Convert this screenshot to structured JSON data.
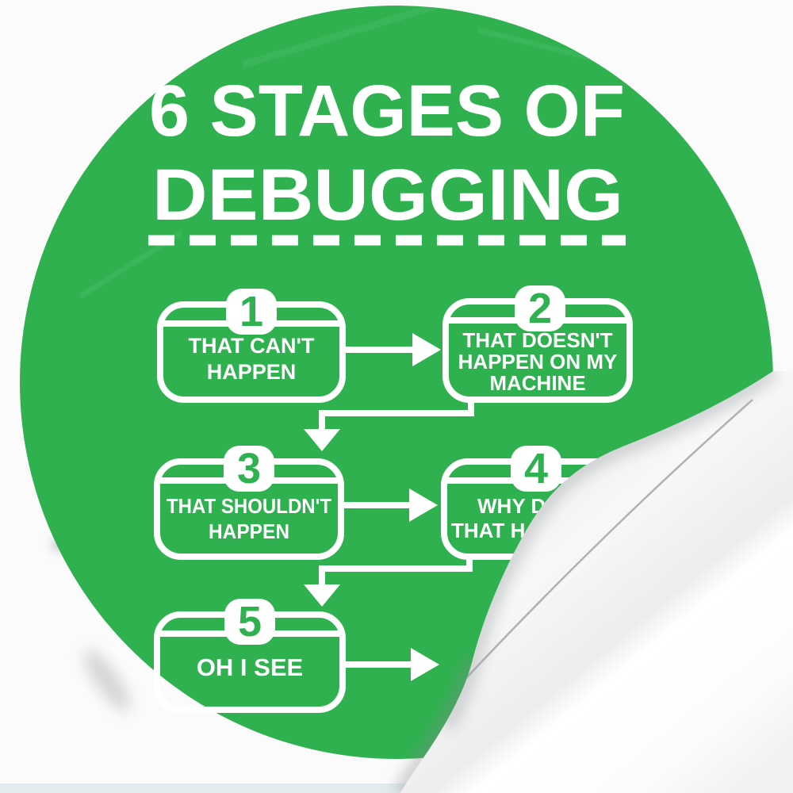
{
  "colors": {
    "sticker_green": "#2fb14f",
    "text_white": "#ffffff",
    "background": "#fbfbfc",
    "bottom_strip": "#e3ebef",
    "peel_underside": "#ffffff",
    "crease_line": "#a2a6a9"
  },
  "sticker": {
    "title": {
      "line1": "6 STAGES OF",
      "line2": "DEBUGGING"
    },
    "flowchart": {
      "boxes": [
        {
          "number": "1",
          "lines": [
            "THAT CAN'T",
            "HAPPEN"
          ]
        },
        {
          "number": "2",
          "lines": [
            "THAT DOESN'T",
            "HAPPEN ON MY",
            "MACHINE"
          ]
        },
        {
          "number": "3",
          "lines": [
            "THAT SHOULDN'T",
            "HAPPEN"
          ]
        },
        {
          "number": "4",
          "lines": [
            "WHY D",
            "THAT H"
          ],
          "partially_hidden_by_peel": true
        },
        {
          "number": "5",
          "lines": [
            "OH I SEE"
          ]
        }
      ]
    }
  }
}
